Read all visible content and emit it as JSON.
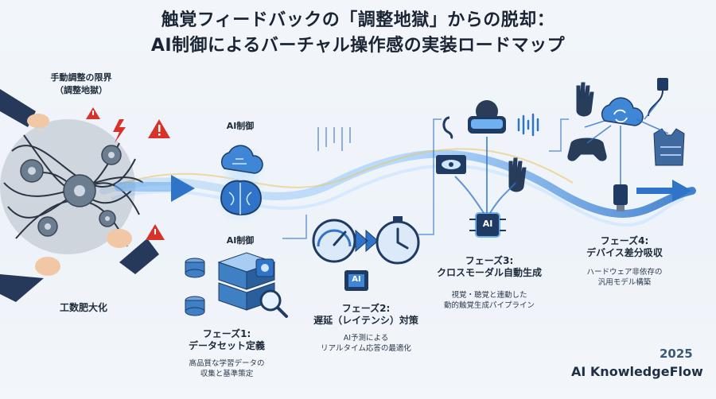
{
  "title": {
    "line1": "触覚フィードバックの「調整地獄」からの脱却：",
    "line2": "AI制御によるバーチャル操作感の実装ロードマップ"
  },
  "problem": {
    "label": "手動調整の限界",
    "sublabel": "（調整地獄）",
    "bottom_label": "工数肥大化"
  },
  "ai_control": {
    "label_top": "AI制御",
    "label_bottom": "AI制御"
  },
  "phases": [
    {
      "title": "フェーズ1:",
      "name": "データセット定義",
      "desc1": "高品質な学習データの",
      "desc2": "収集と基準策定"
    },
    {
      "title": "フェーズ2:",
      "name": "遅延（レイテンシ）対策",
      "desc1": "AI予測による",
      "desc2": "リアルタイム応答の最適化"
    },
    {
      "title": "フェーズ3:",
      "name": "クロスモーダル自動生成",
      "desc1": "視覚・聴覚と連動した",
      "desc2": "動的触覚生成パイプライン"
    },
    {
      "title": "フェーズ4:",
      "name": "デバイス差分吸収",
      "desc1": "ハードウェア非依存の",
      "desc2": "汎用モデル構築"
    }
  ],
  "chip_label": "AI",
  "brand": {
    "year": "2025",
    "name": "AI KnowledgeFlow"
  },
  "colors": {
    "accent": "#2f74c8",
    "dark": "#1f3b63",
    "warning": "#d6332b"
  }
}
